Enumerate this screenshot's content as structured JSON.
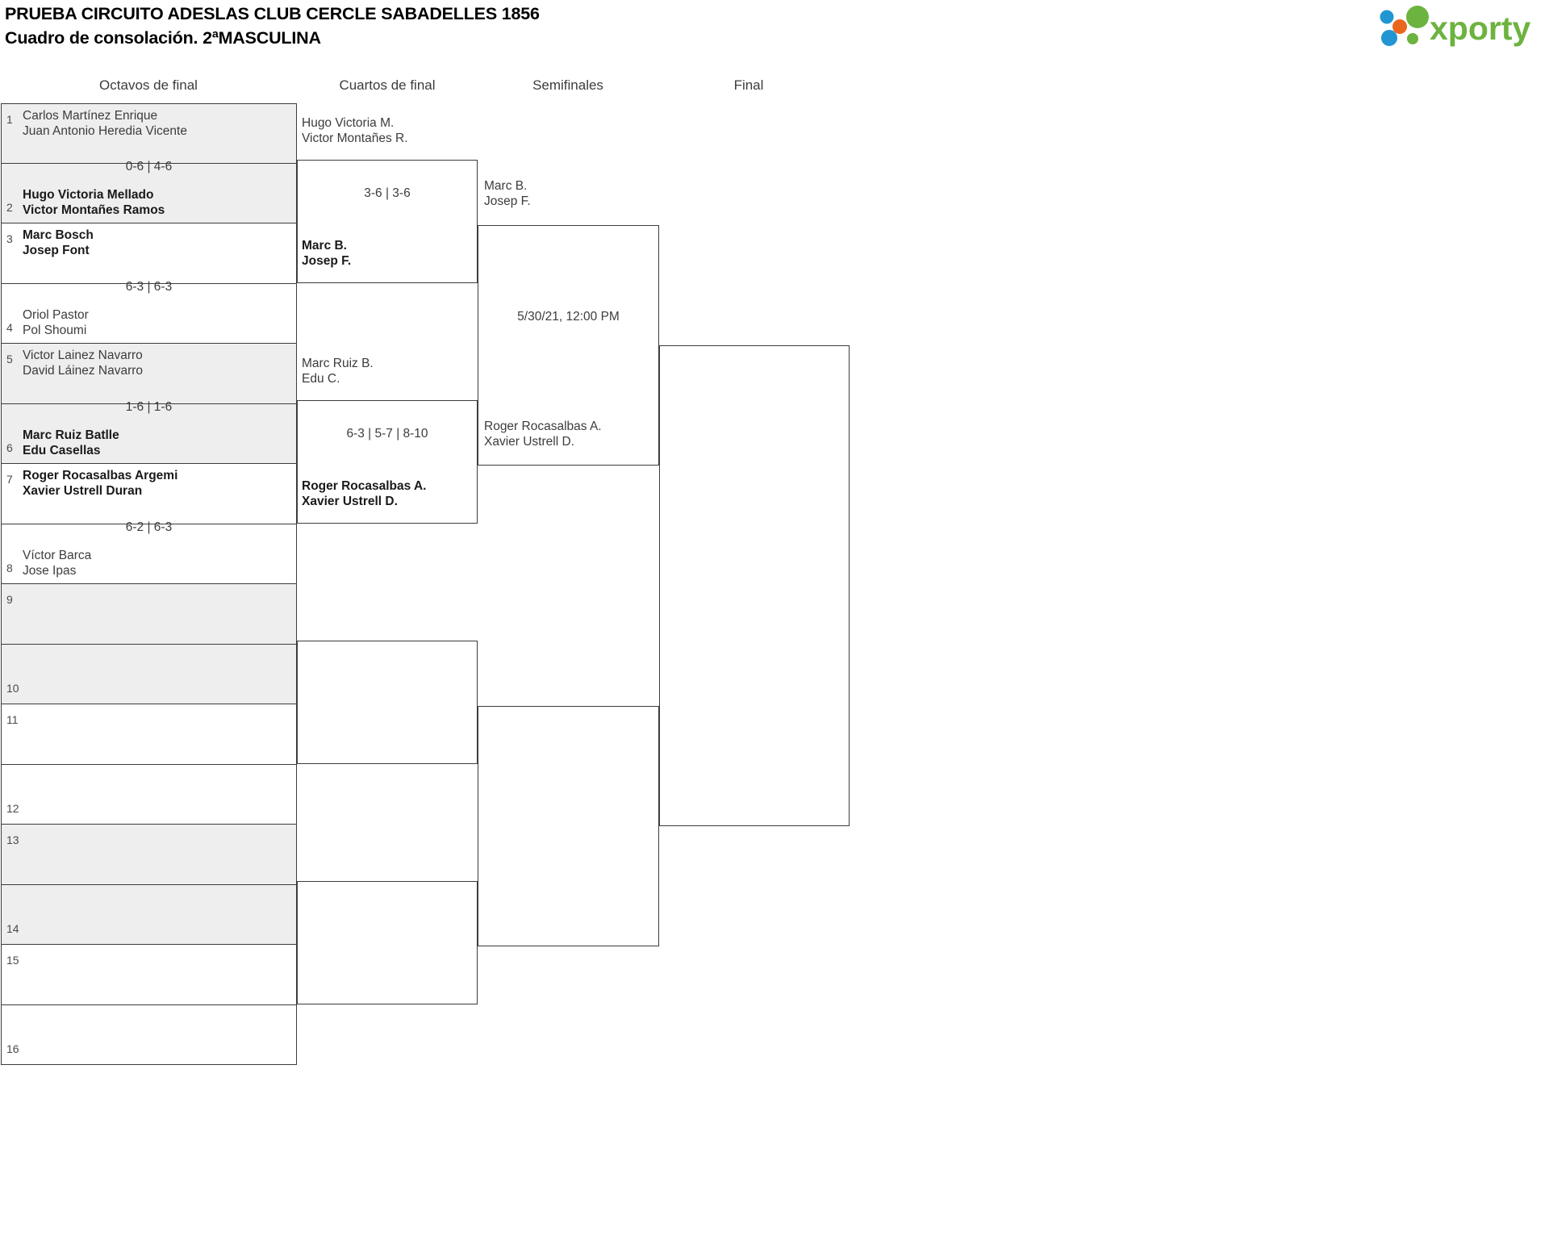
{
  "header": {
    "title_line1": "PRUEBA CIRCUITO ADESLAS CLUB CERCLE SABADELLES 1856",
    "title_line2": "Cuadro de consolación. 2ªMASCULINA",
    "logo_text": "xporty",
    "logo_colors": {
      "green": "#6cb33f",
      "blue": "#2196d3",
      "orange": "#e8671c"
    }
  },
  "rounds": [
    {
      "label": "Octavos de final"
    },
    {
      "label": "Cuartos de final"
    },
    {
      "label": "Semifinales"
    },
    {
      "label": "Final"
    }
  ],
  "round1": {
    "slots": [
      {
        "seed": "1",
        "line1": "Carlos Martínez Enrique",
        "line2": "Juan Antonio Heredia Vicente",
        "winner": false
      },
      {
        "seed": "2",
        "line1": "Hugo Victoria Mellado",
        "line2": "Victor Montañes Ramos",
        "winner": true
      },
      {
        "seed": "3",
        "line1": "Marc Bosch",
        "line2": "Josep Font",
        "winner": true
      },
      {
        "seed": "4",
        "line1": "Oriol Pastor",
        "line2": "Pol Shoumi",
        "winner": false
      },
      {
        "seed": "5",
        "line1": "Victor Lainez Navarro",
        "line2": "David Láinez Navarro",
        "winner": false
      },
      {
        "seed": "6",
        "line1": "Marc Ruiz Batlle",
        "line2": "Edu Casellas",
        "winner": true
      },
      {
        "seed": "7",
        "line1": "Roger Rocasalbas Argemi",
        "line2": "Xavier Ustrell Duran",
        "winner": true
      },
      {
        "seed": "8",
        "line1": "Víctor Barca",
        "line2": "Jose Ipas",
        "winner": false
      },
      {
        "seed": "9",
        "line1": "",
        "line2": "",
        "winner": false
      },
      {
        "seed": "10",
        "line1": "",
        "line2": "",
        "winner": false
      },
      {
        "seed": "11",
        "line1": "",
        "line2": "",
        "winner": false
      },
      {
        "seed": "12",
        "line1": "",
        "line2": "",
        "winner": false
      },
      {
        "seed": "13",
        "line1": "",
        "line2": "",
        "winner": false
      },
      {
        "seed": "14",
        "line1": "",
        "line2": "",
        "winner": false
      },
      {
        "seed": "15",
        "line1": "",
        "line2": "",
        "winner": false
      },
      {
        "seed": "16",
        "line1": "",
        "line2": "",
        "winner": false
      }
    ],
    "scores": [
      "0-6 | 4-6",
      "6-3 | 6-3",
      "1-6 | 1-6",
      "6-2 | 6-3",
      "",
      "",
      "",
      ""
    ]
  },
  "round2": {
    "matches": [
      {
        "top": {
          "line1": "Hugo Victoria M.",
          "line2": "Victor Montañes R.",
          "winner": false
        },
        "bottom": {
          "line1": "Marc B.",
          "line2": "Josep F.",
          "winner": true
        },
        "score": "3-6 | 3-6"
      },
      {
        "top": {
          "line1": "Marc Ruiz B.",
          "line2": "Edu C.",
          "winner": false
        },
        "bottom": {
          "line1": "Roger Rocasalbas A.",
          "line2": "Xavier Ustrell D.",
          "winner": true
        },
        "score": "6-3 | 5-7 | 8-10"
      },
      {
        "top": {
          "line1": "",
          "line2": "",
          "winner": false
        },
        "bottom": {
          "line1": "",
          "line2": "",
          "winner": false
        },
        "score": ""
      },
      {
        "top": {
          "line1": "",
          "line2": "",
          "winner": false
        },
        "bottom": {
          "line1": "",
          "line2": "",
          "winner": false
        },
        "score": ""
      }
    ]
  },
  "round3": {
    "matches": [
      {
        "top": {
          "line1": "Marc B.",
          "line2": "Josep F.",
          "winner": false
        },
        "bottom": {
          "line1": "Roger Rocasalbas A.",
          "line2": "Xavier Ustrell D.",
          "winner": false
        },
        "score": "5/30/21, 12:00 PM"
      },
      {
        "top": {
          "line1": "",
          "line2": "",
          "winner": false
        },
        "bottom": {
          "line1": "",
          "line2": "",
          "winner": false
        },
        "score": ""
      }
    ]
  },
  "round4": {
    "matches": [
      {
        "top": {
          "line1": "",
          "line2": "",
          "winner": false
        },
        "bottom": {
          "line1": "",
          "line2": "",
          "winner": false
        },
        "score": ""
      }
    ]
  }
}
